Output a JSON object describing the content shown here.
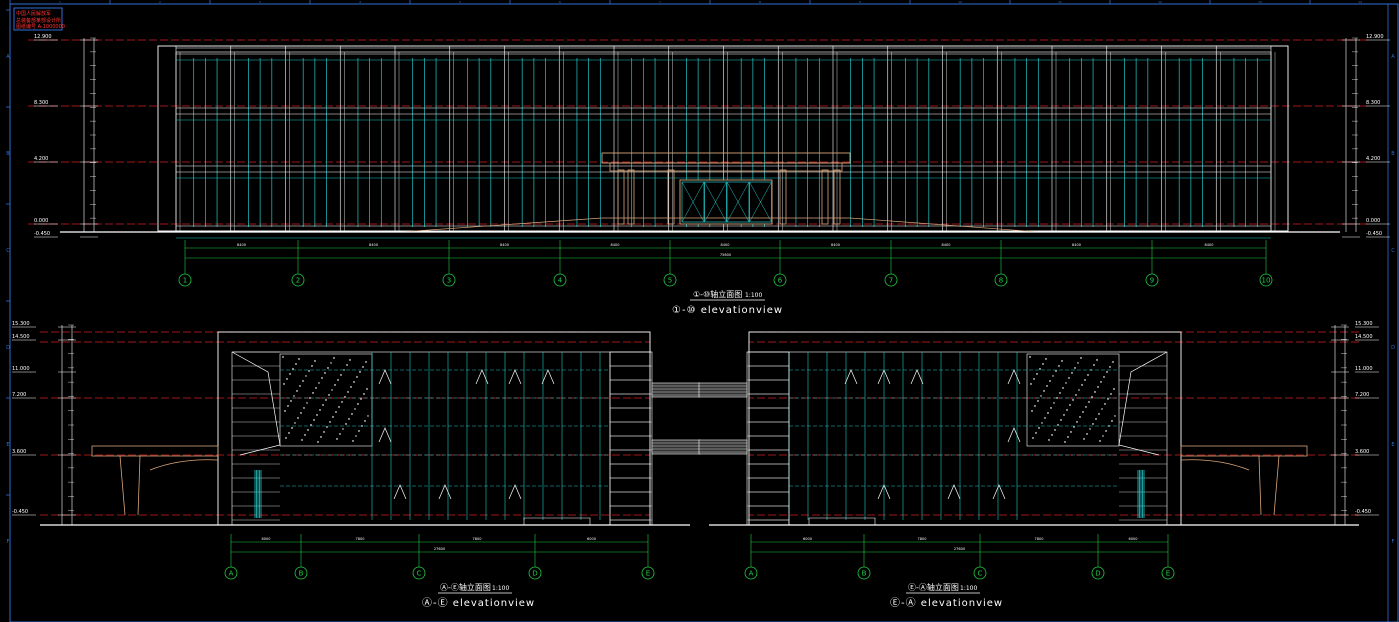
{
  "stamp": {
    "line1": "中国人民解放军",
    "line2": "总装备部某部设计所",
    "line3": "图纸编号 A-1000000"
  },
  "colors": {
    "background": "#000000",
    "frame": "#2f6fd6",
    "grid": "#ffffff",
    "glass": "#22c7c7",
    "axis": "#22cc44",
    "level": "#d42020",
    "entrance": "#d8a67a",
    "text": "#ffffff"
  },
  "sheet": {
    "top_columns": [
      "1",
      "2",
      "3",
      "4",
      "5",
      "6",
      "7",
      "8",
      "9",
      "10",
      "11",
      "12",
      "13",
      "14"
    ],
    "side_rows": [
      "A",
      "B",
      "C",
      "D",
      "E",
      "F"
    ]
  },
  "top_elevation": {
    "title_cn": "①-⑩轴立面图",
    "scale": "1:100",
    "subtitle": "①-⑩ elevationview",
    "axis_labels": [
      "1",
      "2",
      "3",
      "4",
      "5",
      "6",
      "7",
      "8",
      "9",
      "10"
    ],
    "dims": [
      "8400",
      "8400",
      "8400",
      "8400",
      "8400",
      "8400",
      "8400",
      "8400",
      "8400"
    ],
    "total_dim": "75600",
    "left_levels": [
      "12.900",
      "8.300",
      "4.200",
      "0.000",
      "-0.450"
    ],
    "right_levels": [
      "12.900",
      "8.300",
      "4.200",
      "0.000",
      "-0.450"
    ]
  },
  "bottom_left": {
    "title_cn": "Ⓐ-Ⓔ轴立面图",
    "scale": "1:100",
    "subtitle": "Ⓐ-Ⓔ elevationview",
    "axis_labels": [
      "A",
      "B",
      "C",
      "D",
      "E"
    ],
    "dims": [
      "6000",
      "7800",
      "7800",
      "6000"
    ],
    "total_dim": "27600",
    "levels": [
      "15.300",
      "14.500",
      "11.000",
      "7.200",
      "3.600",
      "-0.450"
    ]
  },
  "bottom_right": {
    "title_cn": "Ⓔ-Ⓐ轴立面图",
    "scale": "1:100",
    "subtitle": "Ⓔ-Ⓐ elevationview",
    "axis_labels": [
      "E",
      "D",
      "C",
      "B",
      "A"
    ],
    "dims": [
      "6000",
      "7800",
      "7800",
      "6000"
    ],
    "total_dim": "27600",
    "levels": [
      "15.300",
      "14.500",
      "11.000",
      "7.200",
      "3.600",
      "-0.450"
    ]
  }
}
